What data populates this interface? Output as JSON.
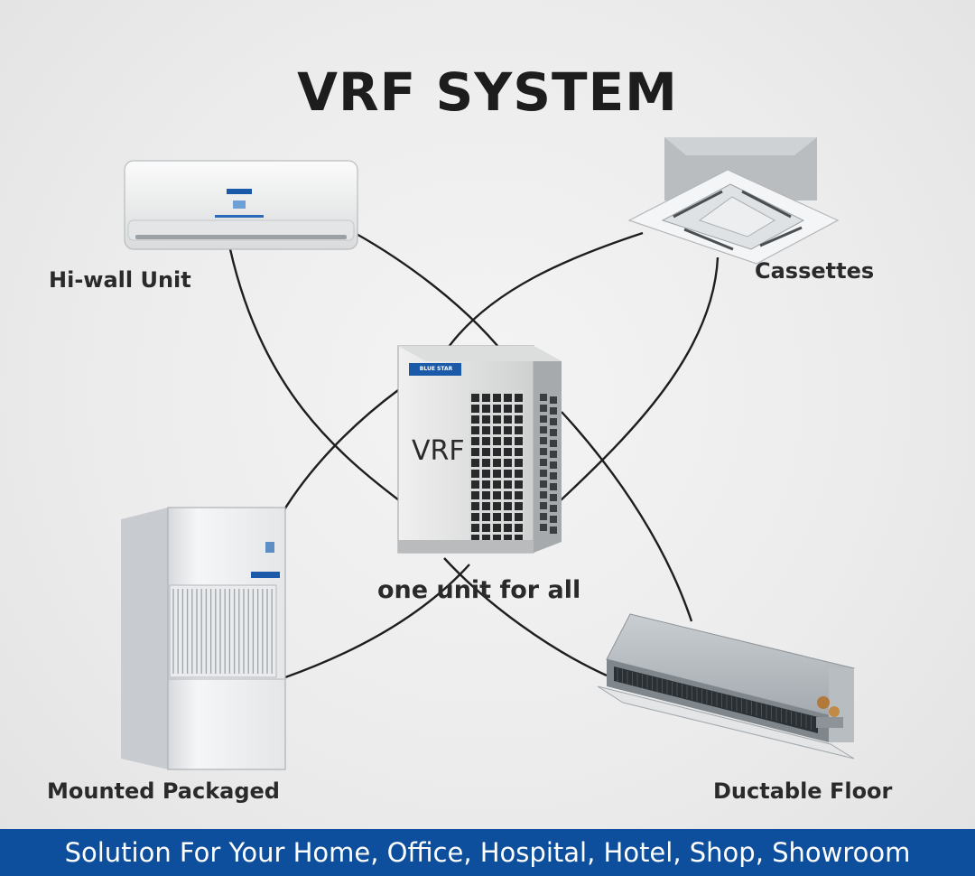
{
  "title": "VRF SYSTEM",
  "center": {
    "unit_text": "VRF",
    "brand_badge": "BLUE STAR",
    "caption": "one unit for all"
  },
  "units": [
    {
      "label": "Hi-wall Unit",
      "icon": "hi-wall-unit-icon"
    },
    {
      "label": "Cassettes",
      "icon": "cassette-unit-icon"
    },
    {
      "label": "Mounted Packaged",
      "icon": "packaged-unit-icon"
    },
    {
      "label": "Ductable Floor",
      "icon": "ductable-unit-icon"
    }
  ],
  "footer": {
    "text": "Solution For Your Home, Office, Hospital, Hotel, Shop, Showroom"
  },
  "colors": {
    "footer_bg": "#0d4f9c",
    "brand_blue": "#1a5aa8",
    "line": "#1e1e1e"
  }
}
